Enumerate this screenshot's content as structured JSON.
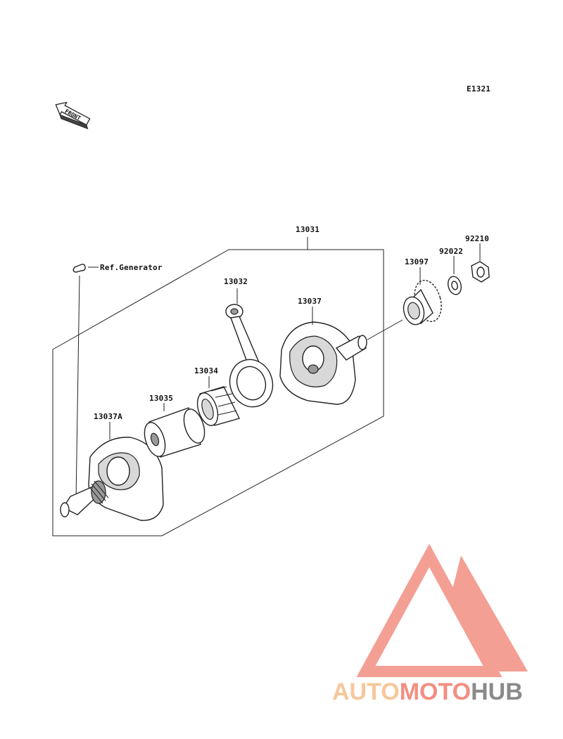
{
  "diagram": {
    "figure_code": "E1321",
    "front_marker": "FRONT",
    "reference_note": "Ref.Generator",
    "parts": [
      {
        "id": "p13031",
        "number": "13031"
      },
      {
        "id": "p13032",
        "number": "13032"
      },
      {
        "id": "p13034",
        "number": "13034"
      },
      {
        "id": "p13035",
        "number": "13035"
      },
      {
        "id": "p13037",
        "number": "13037"
      },
      {
        "id": "p13037A",
        "number": "13037A"
      },
      {
        "id": "p13097",
        "number": "13097"
      },
      {
        "id": "p92022",
        "number": "92022"
      },
      {
        "id": "p92210",
        "number": "92210"
      }
    ]
  },
  "watermark": {
    "text_part1": "AUTO",
    "text_part2": "MOTO",
    "text_part3": "HUB",
    "colors": {
      "triangle": "#f28f82",
      "auto": "#f6c79a",
      "moto": "#f28f82",
      "hub": "#8a8a8a"
    }
  }
}
